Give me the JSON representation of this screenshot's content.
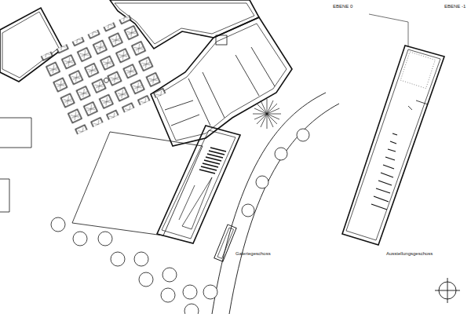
{
  "diagram": {
    "labels": [
      "EBENE 0",
      "EBENE -1",
      "Galeriegeschoss",
      "Ausstellungsgeschoss"
    ]
  }
}
